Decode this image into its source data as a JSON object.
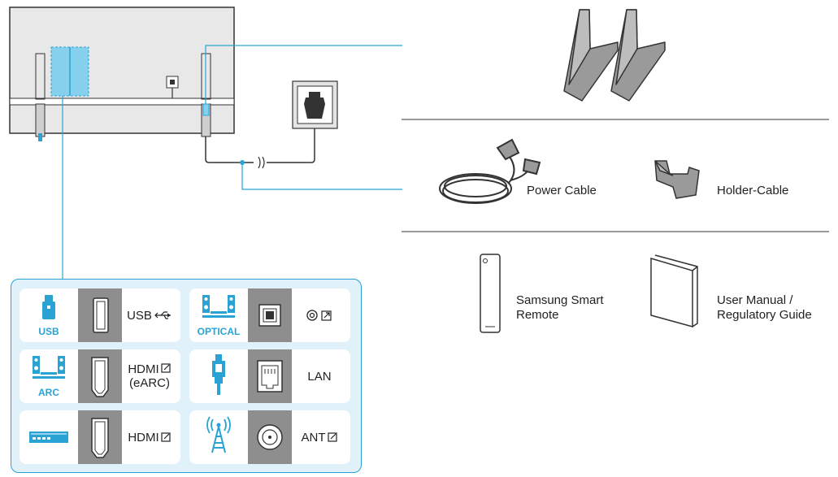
{
  "accessories": {
    "power_cable": "Power Cable",
    "holder_cable": "Holder-Cable",
    "remote_line1": "Samsung Smart",
    "remote_line2": "Remote",
    "manual_line1": "User Manual /",
    "manual_line2": "Regulatory Guide"
  },
  "ports": {
    "usb": {
      "caption": "USB",
      "label": "USB"
    },
    "optical": {
      "caption": "OPTICAL"
    },
    "arc": {
      "caption": "ARC",
      "label_line1": "HDMI",
      "label_line2": "(eARC)"
    },
    "lan": {
      "label": "LAN"
    },
    "hdmi": {
      "label": "HDMI"
    },
    "ant": {
      "label": "ANT"
    }
  },
  "colors": {
    "accent": "#2aa3d4",
    "panel_bg": "#e1f1fa",
    "port_gray": "#8e8e8e"
  }
}
